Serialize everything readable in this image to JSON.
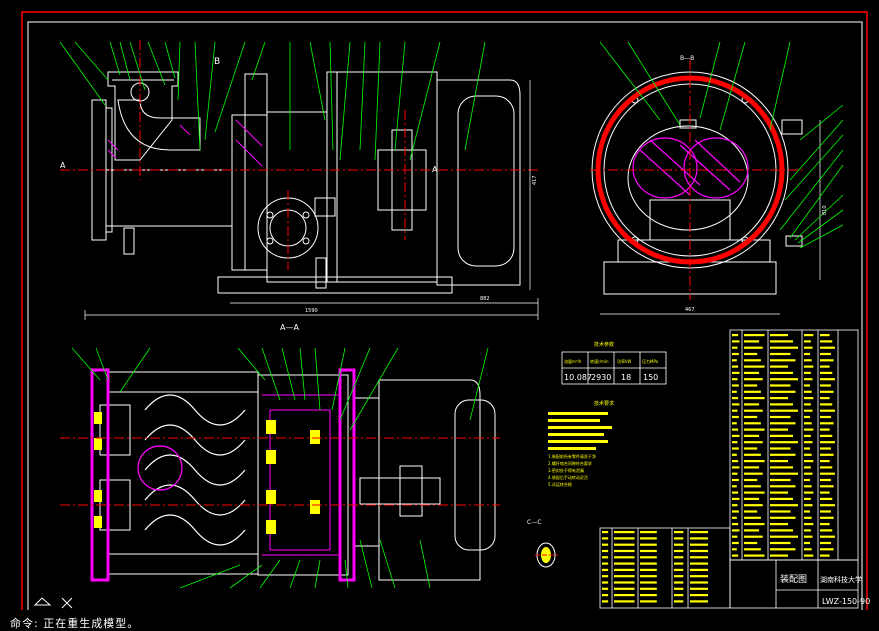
{
  "colors": {
    "background": "#000000",
    "frame": "#ff0000",
    "outline": "#ffffff",
    "centerline": "#ff0000",
    "leaders": "#00ff00",
    "dimensions": "#ffffff",
    "text": "#ffff00",
    "hatch": "#ff00ff"
  },
  "sections": {
    "top_view_label": "B",
    "section_label": "A—A",
    "side_view_label": "B—B",
    "detail_label": "C—C"
  },
  "dimensions": {
    "a1": "A",
    "a2": "A",
    "w1": "1590",
    "w2": "882",
    "h1": "417",
    "h2": "810",
    "h3": "467"
  },
  "parameter_table": {
    "title": "技术参数",
    "headers": [
      "流量m³/h",
      "转速r/min",
      "功率kW",
      "压力MPa"
    ],
    "values": [
      "10.087",
      "2930",
      "18",
      "150"
    ]
  },
  "notes": {
    "title": "技术要求",
    "lines": [
      "1.装配前所有零件清洗干净",
      "2.螺杆啮合间隙符合要求",
      "3.密封处不得有泄漏",
      "4.装配后手动转动灵活",
      "5.试运转合格"
    ]
  },
  "title_block": {
    "drawing_name": "装配图",
    "drawing_no": "LWZ-150-90",
    "school": "湖南科技大学"
  },
  "ucs_icon": "ucs-icon",
  "command_line": "命令: 正在重生成模型。"
}
